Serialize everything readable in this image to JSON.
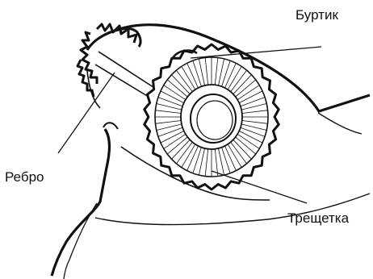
{
  "labels": {
    "bead": "Буртик",
    "rib": "Ребро",
    "ratchet": "Трещетка"
  },
  "colors": {
    "ink": "#111111",
    "paper": "#ffffff"
  }
}
